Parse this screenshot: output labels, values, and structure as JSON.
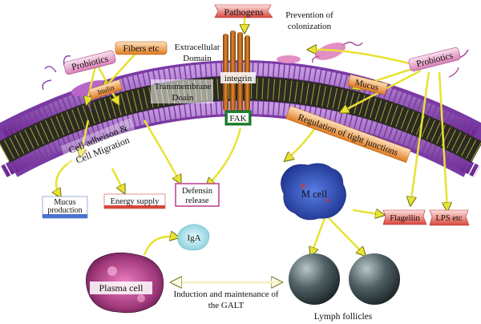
{
  "labels": {
    "pathogens": "Pathogens",
    "prevention": [
      "Prevention of",
      "colonization"
    ],
    "fibers": "Fibers etc",
    "probiotics_left": "Probiotics",
    "probiotics_right": "Probiotics",
    "extracellular": [
      "Extracellular",
      "Domain"
    ],
    "integrin": "integrin",
    "transmembrane": [
      "Transmembrane",
      "Doain"
    ],
    "inulin": "Inulin",
    "fak": "FAK",
    "mucus": "Mucus",
    "tight_junctions": "Regulation of tight junctions",
    "cell_adhesion": [
      "Cell adheison &",
      "Cell Migration"
    ],
    "mucus_production": [
      "Mucus",
      "production"
    ],
    "energy_supply": "Energy supply",
    "defensin": [
      "Defensin",
      "release"
    ],
    "m_cell": "M cell",
    "flagellin": "Flagellin",
    "lps": "LPS etc",
    "iga": "IgA",
    "plasma_cell": "Plasma cell",
    "induction": [
      "Induction and maintenance of",
      "the GALT"
    ],
    "lymph_follicles": "Lymph follicles"
  },
  "colors": {
    "membrane_purple": "#8a3fb0",
    "membrane_core": "#2a2a24",
    "arrow_yellow": "#e8e233",
    "label_pink": "#f3c7e0",
    "label_orange": "#f3a04a",
    "fak_green": "#1e8a2e",
    "integrin_brown": "#b8641a",
    "mcell_blue": "#2a4fc4",
    "follicle_gray": "#4a5a5e"
  }
}
